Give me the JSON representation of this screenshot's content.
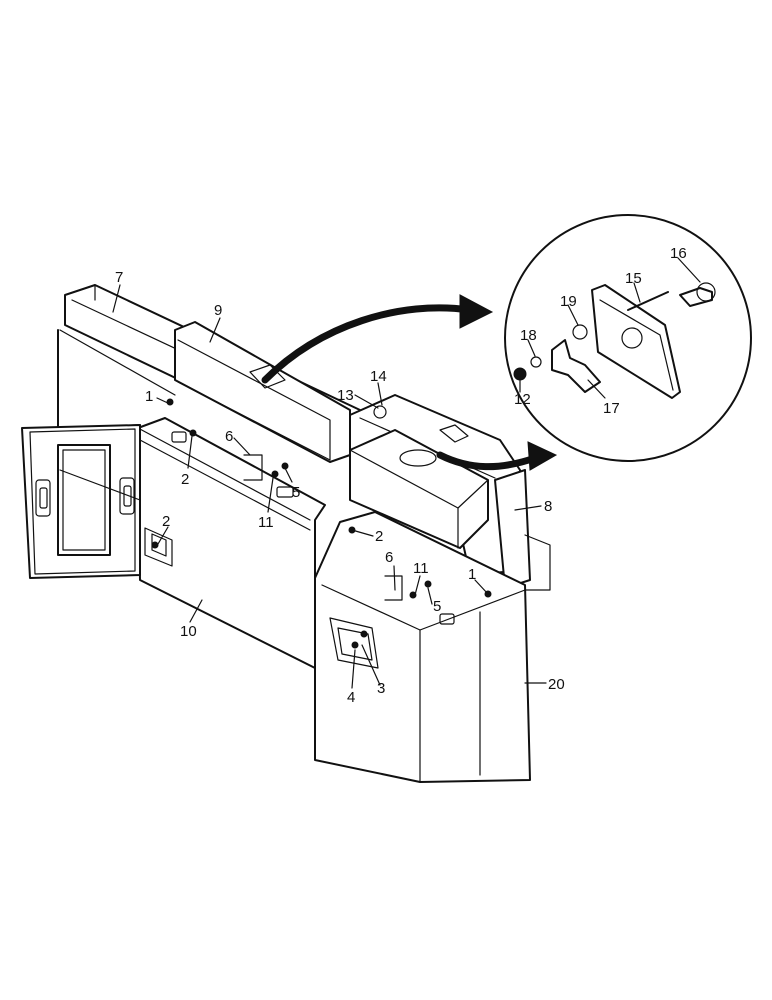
{
  "figure": {
    "callouts": [
      {
        "id": "c7",
        "text": "7"
      },
      {
        "id": "c9",
        "text": "9"
      },
      {
        "id": "c1a",
        "text": "1"
      },
      {
        "id": "c2a",
        "text": "2"
      },
      {
        "id": "c6a",
        "text": "6"
      },
      {
        "id": "c5a",
        "text": "5"
      },
      {
        "id": "c11a",
        "text": "11"
      },
      {
        "id": "c2b",
        "text": "2"
      },
      {
        "id": "c10",
        "text": "10"
      },
      {
        "id": "c13",
        "text": "13"
      },
      {
        "id": "c14",
        "text": "14"
      },
      {
        "id": "c8",
        "text": "8"
      },
      {
        "id": "c2c",
        "text": "2"
      },
      {
        "id": "c6b",
        "text": "6"
      },
      {
        "id": "c11b",
        "text": "11"
      },
      {
        "id": "c1b",
        "text": "1"
      },
      {
        "id": "c5b",
        "text": "5"
      },
      {
        "id": "c4",
        "text": "4"
      },
      {
        "id": "c3",
        "text": "3"
      },
      {
        "id": "c20",
        "text": "20"
      },
      {
        "id": "c16",
        "text": "16"
      },
      {
        "id": "c15",
        "text": "15"
      },
      {
        "id": "c19",
        "text": "19"
      },
      {
        "id": "c18",
        "text": "18"
      },
      {
        "id": "c12",
        "text": "12"
      },
      {
        "id": "c17",
        "text": "17"
      }
    ]
  }
}
